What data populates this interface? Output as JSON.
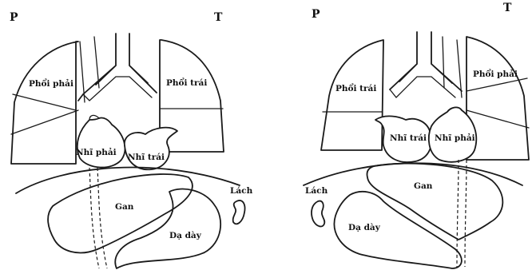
{
  "left": {
    "corner_left": "P",
    "corner_right": "T",
    "lung_right": "Phổi phải",
    "lung_left": "Phổi trái",
    "atrium_right": "Nhĩ phải",
    "atrium_left": "Nhĩ trái",
    "liver": "Gan",
    "stomach": "Dạ dày",
    "spleen": "Lách"
  },
  "right": {
    "corner_left": "P",
    "corner_right": "T",
    "lung_a": "Phổi trái",
    "lung_b": "Phổi phải",
    "atrium_a": "Nhĩ trái",
    "atrium_b": "Nhĩ phải",
    "liver": "Gan",
    "stomach": "Dạ dày",
    "spleen": "Lách"
  }
}
